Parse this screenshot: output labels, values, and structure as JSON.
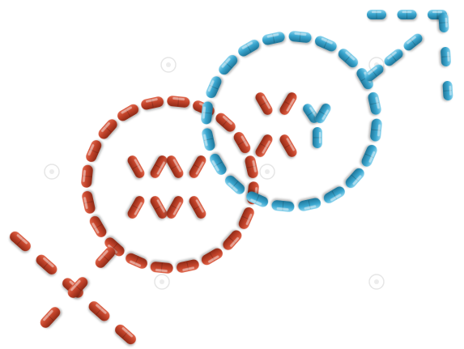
{
  "image": {
    "background_color": "#ffffff",
    "subject": "pills-arranged-as-gender-symbols",
    "female_symbol": {
      "color": "#c4442b",
      "highlight": "#e0694f",
      "icon": "female-symbol-icon",
      "chromosome_text": "XX"
    },
    "male_symbol": {
      "color": "#3aa6cf",
      "highlight": "#78c9e6",
      "icon": "male-symbol-icon",
      "chromosome_text": "XY"
    },
    "watermark_icon": "dreamstime-watermark-icon"
  }
}
